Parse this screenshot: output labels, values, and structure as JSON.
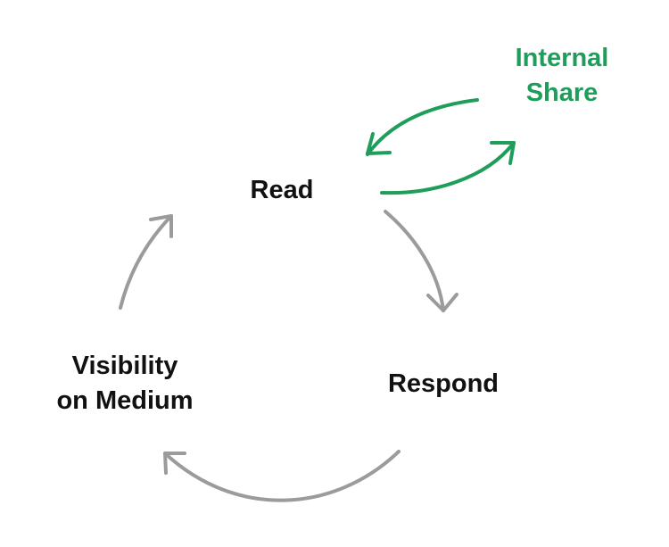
{
  "nodes": {
    "read": {
      "label": "Read"
    },
    "respond": {
      "label": "Respond"
    },
    "visibility": {
      "line1": "Visibility",
      "line2": "on Medium"
    },
    "internal_share": {
      "line1": "Internal",
      "line2": "Share"
    }
  },
  "colors": {
    "text": "#111111",
    "cycle_arrow": "#9b9b9b",
    "share": "#1f9d5a"
  }
}
